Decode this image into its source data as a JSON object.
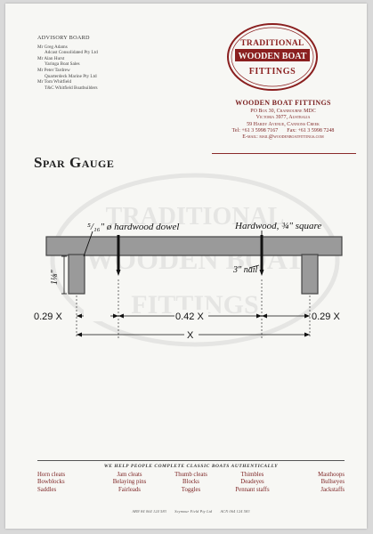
{
  "advisory": {
    "title": "ADVISORY BOARD",
    "members": [
      {
        "name": "Mr Greg Adams",
        "org": "Adcast Consolidated Pty Ltd"
      },
      {
        "name": "Mr Alan Hurst",
        "org": "Yaringa Boat Sales"
      },
      {
        "name": "Mr Peter Tardrew",
        "org": "Quarterdeck Marine Pty Ltd"
      },
      {
        "name": "Mr Tom Whitfield",
        "org": "T&C Whitfield Boatbuilders"
      }
    ]
  },
  "logo": {
    "line1": "TRADITIONAL",
    "line2": "WOODEN BOAT",
    "line3": "FITTINGS",
    "color": "#8a1f1f"
  },
  "company": {
    "name": "WOODEN BOAT FITTINGS",
    "po_box": "PO Box 30, Cranbourne  MDC",
    "state": "Victoria 3977, Australia",
    "street": "59 Hardy Avenue, Cannons Creek",
    "tel": "Tel: +61 3 5998 7167",
    "fax": "Fax: +61 3 5998 7248",
    "email": "E-mail: mail@woodenboatfittings.com"
  },
  "title": "Spar Gauge",
  "diagram": {
    "dowel_label": "⁵/₁₆\" ø hardwood dowel",
    "hardwood_label": "Hardwood, ¾\" square",
    "nail_label": "3\" nail",
    "leg_label": "1⅛\"",
    "dim_left": "0.29 X",
    "dim_mid": "0.42 X",
    "dim_right": "0.29 X",
    "dim_total": "X",
    "wood_color": "#9a9a9a"
  },
  "watermark": {
    "line1": "TRADITIONAL",
    "line2": "WOODEN BOAT",
    "line3": "FITTINGS"
  },
  "footer": {
    "tagline": "WE HELP PEOPLE COMPLETE CLASSIC BOATS AUTHENTICALLY",
    "products": [
      [
        "Horn cleats",
        "Bowblocks",
        "Saddles"
      ],
      [
        "Jam cleats",
        "Belaying pins",
        "Fairleads"
      ],
      [
        "Thumb cleats",
        "Blocks",
        "Toggles"
      ],
      [
        "Thimbles",
        "Deadeyes",
        "Pennant staffs"
      ],
      [
        "Masthoops",
        "Bullseyes",
        "Jackstaffs"
      ]
    ],
    "abn": "ABN 84 064 124 583",
    "company": "Seymour Field Pty Ltd",
    "acn": "ACN 064 124 583"
  }
}
